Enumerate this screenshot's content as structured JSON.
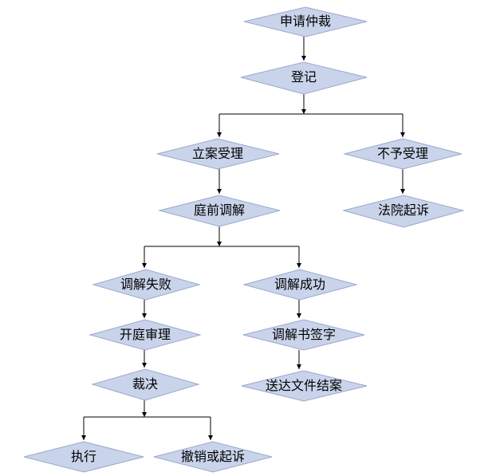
{
  "style": {
    "node_fill": "#c9d3ea",
    "node_stroke": "#9aa9cc",
    "line_color": "#000000"
  },
  "nodes": {
    "apply": "申请仲裁",
    "register": "登记",
    "accept": "立案受理",
    "reject": "不予受理",
    "court_suit_1": "法院起诉",
    "pretrial_mediation": "庭前调解",
    "mediation_fail": "调解失败",
    "mediation_success": "调解成功",
    "hearing": "开庭审理",
    "sign_agreement": "调解书签字",
    "ruling": "裁决",
    "close_case": "送达文件结案",
    "execute": "执行",
    "revoke_or_sue": "撤销或起诉"
  }
}
